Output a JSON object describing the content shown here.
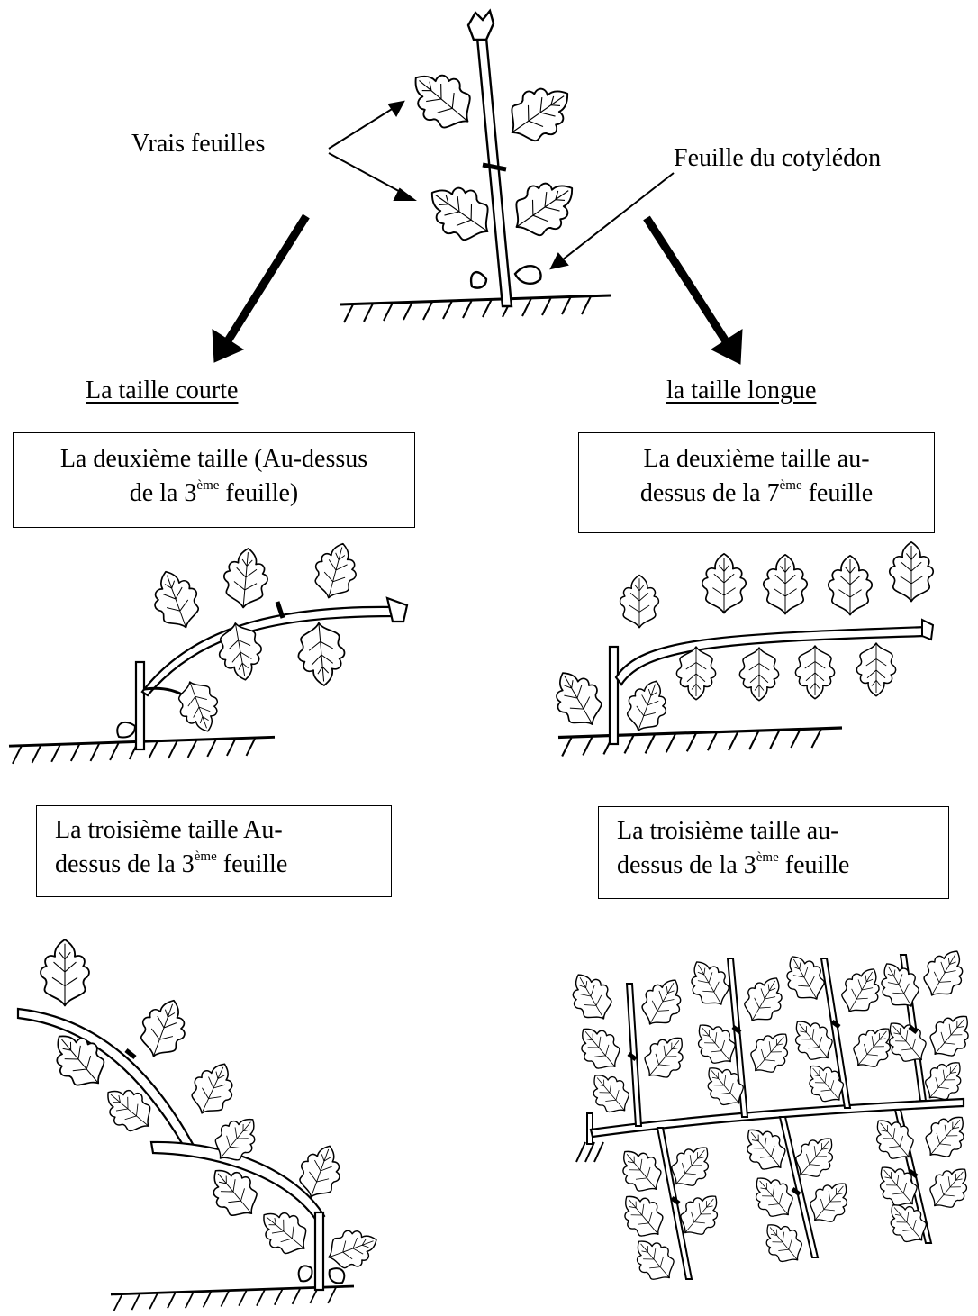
{
  "labels": {
    "true_leaves": "Vrais feuilles",
    "cotyledon_leaf": "Feuille du cotylédon",
    "short_pruning": "La taille courte",
    "long_pruning": "la taille longue"
  },
  "boxes": {
    "short_second": {
      "line1": "La deuxième taille (Au-dessus",
      "line2_pre": "de la 3",
      "line2_sup": "ème",
      "line2_post": " feuille)"
    },
    "long_second": {
      "line1": "La deuxième taille au-",
      "line2_pre": "dessus de la 7",
      "line2_sup": "ème",
      "line2_post": " feuille"
    },
    "short_third": {
      "line1": "La troisième taille Au-",
      "line2_pre": "dessus de la 3",
      "line2_sup": "ème",
      "line2_post": " feuille"
    },
    "long_third": {
      "line1": "La troisième taille au-",
      "line2_pre": "dessus de la 3",
      "line2_sup": "ème",
      "line2_post": " feuille"
    }
  }
}
